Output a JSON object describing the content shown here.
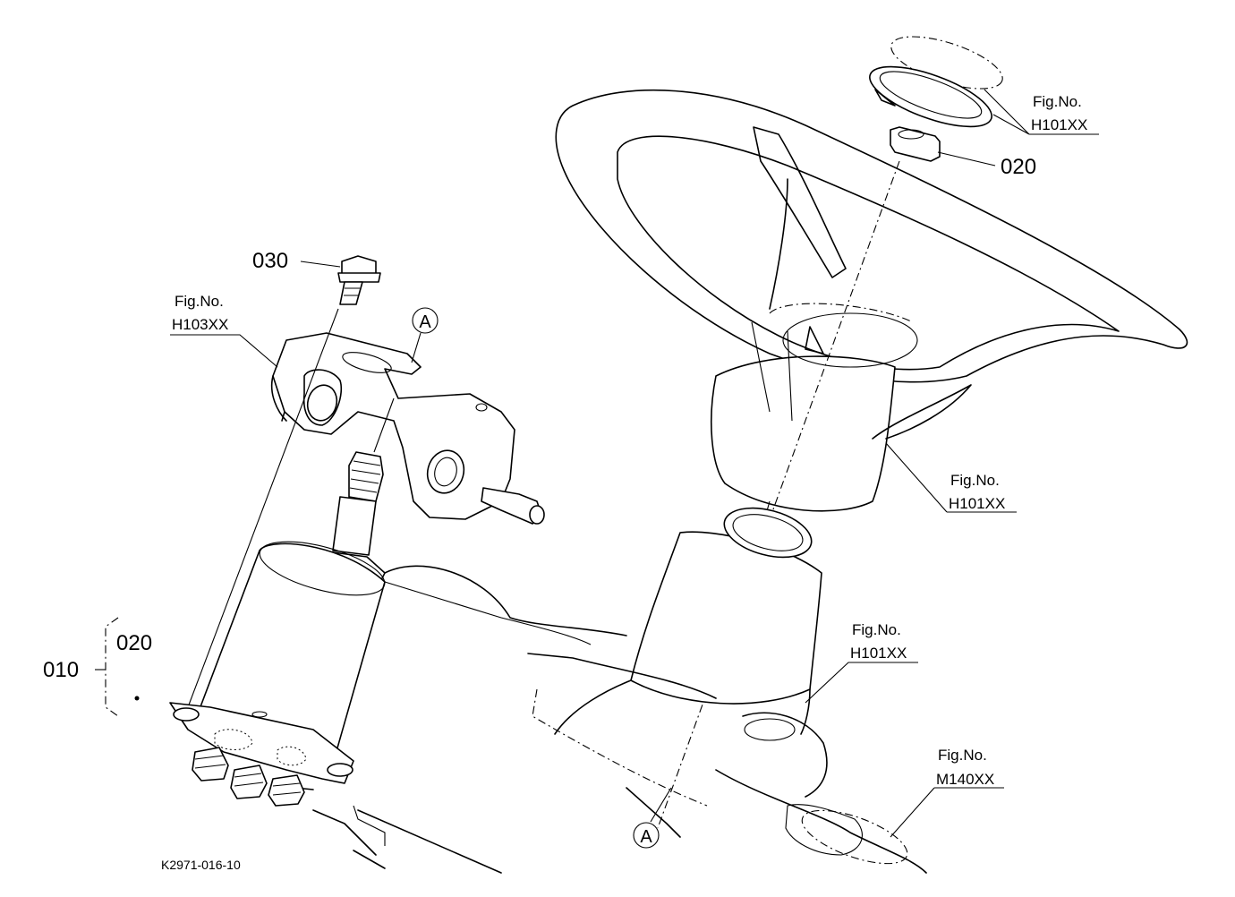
{
  "diagram": {
    "drawing_id": "K2971-016-10",
    "part_labels": {
      "assembly": "010",
      "unit": "020",
      "nut": "020",
      "bolt": "030"
    },
    "fig_refs": {
      "cap": {
        "line1": "Fig.No.",
        "line2": "H101XX"
      },
      "bracket": {
        "line1": "Fig.No.",
        "line2": "H103XX"
      },
      "wheel_boss": {
        "line1": "Fig.No.",
        "line2": "H101XX"
      },
      "column": {
        "line1": "Fig.No.",
        "line2": "H101XX"
      },
      "frame": {
        "line1": "Fig.No.",
        "line2": "M140XX"
      }
    },
    "callouts": {
      "top": "A",
      "bottom": "A"
    }
  }
}
